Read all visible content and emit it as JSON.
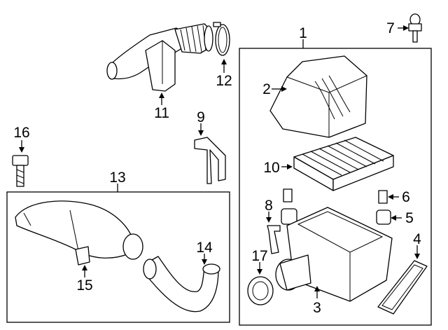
{
  "callouts": [
    {
      "num": "1"
    },
    {
      "num": "2"
    },
    {
      "num": "3"
    },
    {
      "num": "4"
    },
    {
      "num": "5"
    },
    {
      "num": "6"
    },
    {
      "num": "7"
    },
    {
      "num": "8"
    },
    {
      "num": "9"
    },
    {
      "num": "10"
    },
    {
      "num": "11"
    },
    {
      "num": "12"
    },
    {
      "num": "13"
    },
    {
      "num": "14"
    },
    {
      "num": "15"
    },
    {
      "num": "16"
    },
    {
      "num": "17"
    }
  ]
}
